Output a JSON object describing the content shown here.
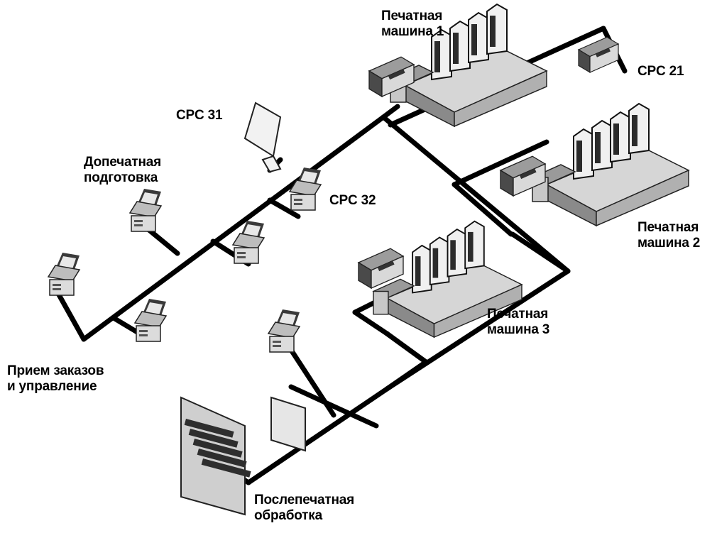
{
  "diagram": {
    "labels": {
      "press_1": [
        "Печатная",
        "машина 1"
      ],
      "cpc_21": "CPC 21",
      "cpc_31": "CPC 31",
      "prepress": [
        "Допечатная",
        "подготовка"
      ],
      "cpc_32": "CPC 32",
      "press_2": [
        "Печатная",
        "машина 2"
      ],
      "press_3": [
        "Печатная",
        "машина 3"
      ],
      "order_mgmt": [
        "Прием заказов",
        "и управление"
      ],
      "postpress": [
        "Послепечатная",
        "обработка"
      ]
    },
    "icons": [
      "computer-workstation-icon",
      "printing-press-icon",
      "cpc-console-icon",
      "postpress-machine-icon"
    ],
    "colors": {
      "network_line": "#000000",
      "background": "#ffffff"
    }
  }
}
